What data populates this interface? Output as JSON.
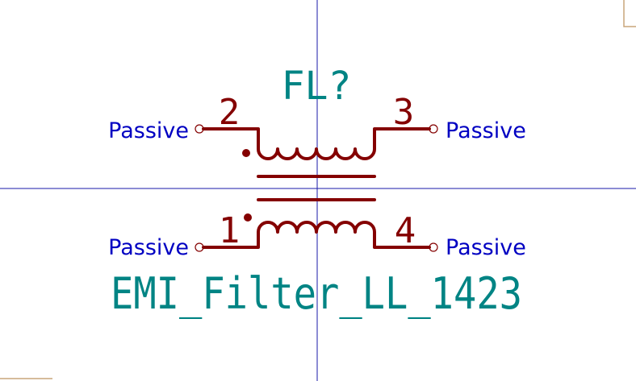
{
  "colors": {
    "background": "#ffffff",
    "crosshair": "#1a1aa8",
    "symbol_body": "#840000",
    "pin_number": "#840000",
    "pin_type": "#0000c2",
    "field_text": "#008484",
    "corner_marks": "#c9a57a"
  },
  "symbol": {
    "reference": "FL?",
    "value": "EMI_Filter_LL_1423"
  },
  "pins": [
    {
      "number": "2",
      "electrical_type": "Passive"
    },
    {
      "number": "3",
      "electrical_type": "Passive"
    },
    {
      "number": "1",
      "electrical_type": "Passive"
    },
    {
      "number": "4",
      "electrical_type": "Passive"
    }
  ]
}
